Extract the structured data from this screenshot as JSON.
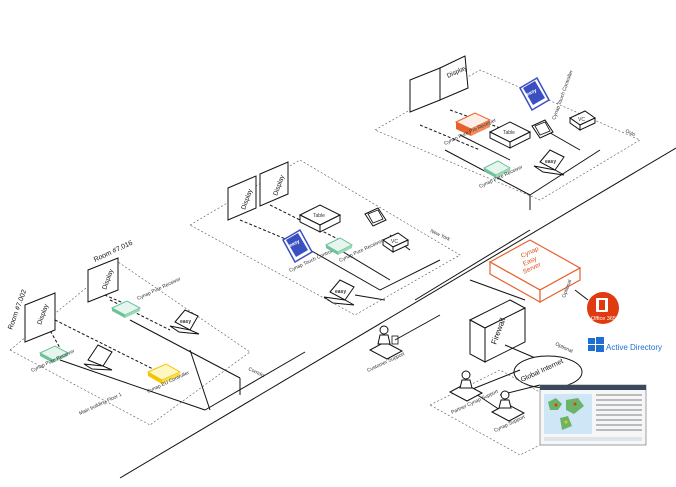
{
  "rooms": {
    "room_002": {
      "title": "Room #7.002",
      "display": "Display",
      "box_label": "Cynap Pure Receiver"
    },
    "room_016": {
      "title": "Room #7.016",
      "display": "Display",
      "box_label": "Cynap Pure Receiver"
    }
  },
  "main_building": {
    "cynap_eu": "Cynap EU Controller",
    "floor_label": "Main building Floor 1",
    "corridor_label": "Corridor"
  },
  "new_york": {
    "display_1": "Display",
    "display_2": "Display",
    "easy": "easy",
    "controller": "Cynap Touch Controller",
    "receiver": "Cynap Pure Receiver",
    "table": "Table",
    "vc": "VC",
    "city": "New York"
  },
  "oslo": {
    "display": "Display",
    "easy": "easy",
    "controller": "Cynap Touch Controller",
    "cynap_pro": "Cynap Pure Pro Receiver",
    "receiver": "Cynap Pure Receiver",
    "table": "Table",
    "vc": "VC",
    "city": "Oslo"
  },
  "server": {
    "line1": "Cynap",
    "line2": "Easy",
    "line3": "Server",
    "side": "Optional"
  },
  "firewall": "Firewall",
  "office365": "Office 365",
  "active_directory": "Active Directory",
  "optional": "Optional",
  "internet": "Global Internet",
  "customer_support": "Customer Support",
  "agents": {
    "a1": "Partner Cynap Support",
    "a2": "Cynap Support"
  },
  "colors": {
    "server": "#e8602c",
    "o365": "#e03a10",
    "ad": "#1f6fd1",
    "green": "#6cc29a",
    "yellow": "#f2c500",
    "blue": "#3a4fc2",
    "red": "#e8602c"
  }
}
